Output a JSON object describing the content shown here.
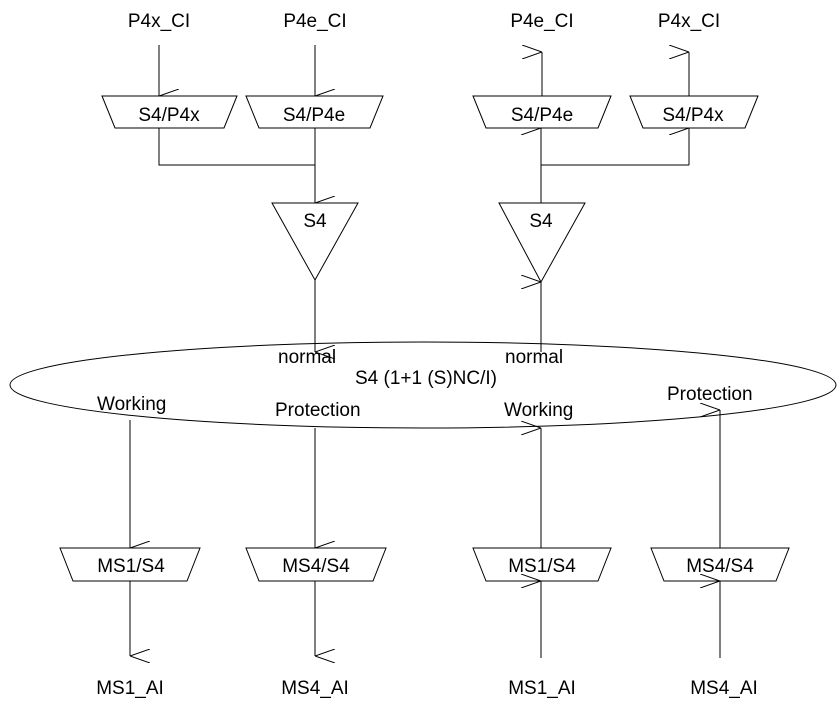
{
  "top_inputs": {
    "left_x": "P4x_CI",
    "left_e": "P4e_CI",
    "right_e": "P4e_CI",
    "right_x": "P4x_CI"
  },
  "adaptation_blocks": {
    "left_p4x": "S4/P4x",
    "left_p4e": "S4/P4e",
    "right_p4e": "S4/P4e",
    "right_p4x": "S4/P4x"
  },
  "termination_blocks": {
    "left": "S4",
    "right": "S4"
  },
  "protection": {
    "label": "S4 (1+1 (S)NC/I)",
    "normal_left": "normal",
    "normal_right": "normal",
    "working_left": "Working",
    "protection_left": "Protection",
    "working_right": "Working",
    "protection_right": "Protection"
  },
  "ms_blocks": {
    "ms1_left": "MS1/S4",
    "ms4_left": "MS4/S4",
    "ms1_right": "MS1/S4",
    "ms4_right": "MS4/S4"
  },
  "bottom_labels": {
    "ms1_left": "MS1_AI",
    "ms4_left": "MS4_AI",
    "ms1_right": "MS1_AI",
    "ms4_right": "MS4_AI"
  }
}
